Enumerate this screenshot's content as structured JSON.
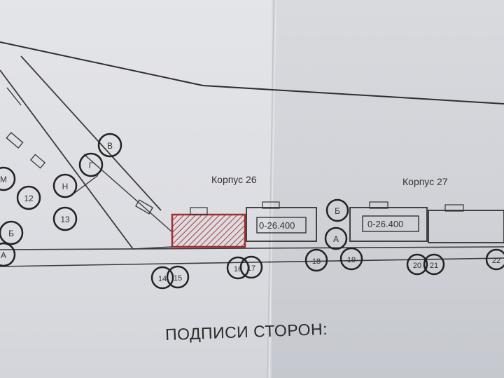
{
  "plan": {
    "building_26_label": "Корпус 26",
    "building_27_label": "Корпус 27",
    "elevation_marks": [
      "0-26.400",
      "0-26.400"
    ],
    "axis_markers": [
      "В",
      "Г",
      "Н",
      "М",
      "12",
      "13",
      "Б",
      "А",
      "Б",
      "А",
      "14",
      "15",
      "16",
      "17",
      "18",
      "19",
      "20",
      "21",
      "22"
    ]
  },
  "signatures_label": "ПОДПИСИ СТОРОН:"
}
